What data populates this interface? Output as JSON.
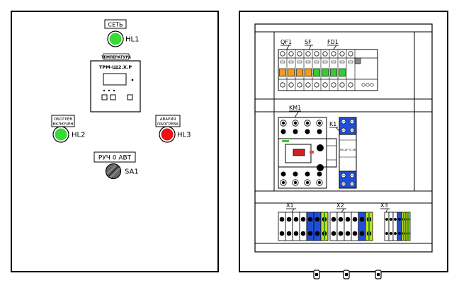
{
  "front_panel": {
    "lamps": [
      {
        "tag": "СЕТЬ",
        "designator": "HL1",
        "color": "#33dd33"
      },
      {
        "tag_line1": "ОБОГРЕВ",
        "tag_line2": "ВКЛЮЧЕН",
        "designator": "HL2",
        "color": "#33dd33"
      },
      {
        "tag_line1": "АВАРИЯ",
        "tag_line2": "ОБОГРЕВА",
        "designator": "HL3",
        "color": "#ee1111"
      }
    ],
    "controller": {
      "tag": "ТЕМПЕРАТУРА",
      "model": "ТРМ-Щ2.Х.Р"
    },
    "switch": {
      "tag": "РУЧ 0 АВТ",
      "designator": "SA1"
    }
  },
  "back_panel": {
    "rail1_labels": [
      "QF1",
      "SF",
      "FD1"
    ],
    "rail2_labels": [
      "KM1",
      "K1"
    ],
    "terminal_labels": [
      "X1",
      "X2",
      "X3"
    ],
    "relay_text": "RELAY TC-06"
  },
  "colors": {
    "orange": "#f39a1e",
    "green": "#33cc33",
    "blue": "#1f4fd8",
    "yellow_green": "#c8e01a",
    "red": "#d22020",
    "outline": "#000000"
  }
}
